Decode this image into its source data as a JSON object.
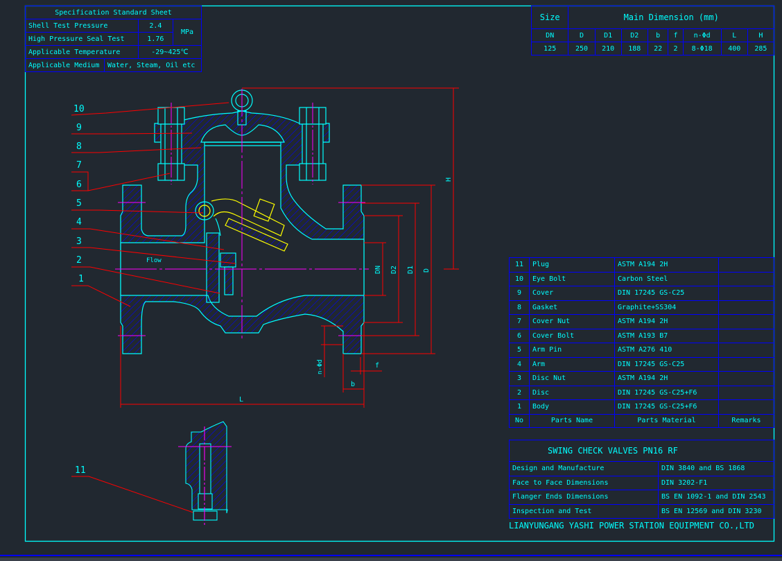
{
  "spec_sheet": {
    "title": "Specification Standard Sheet",
    "rows": [
      {
        "label": "Shell Test Pressure",
        "value": "2.4"
      },
      {
        "label": "High Pressure Seal Test",
        "value": "1.76"
      }
    ],
    "unit": "MPa",
    "temperature_label": "Applicable Temperature",
    "temperature_value": "-29~425℃",
    "medium_label": "Applicable Medium",
    "medium_value": "Water, Steam, Oil etc"
  },
  "dimensions": {
    "size_label": "Size",
    "title": "Main Dimension (mm)",
    "headers": [
      "DN",
      "D",
      "D1",
      "D2",
      "b",
      "f",
      "n-Φd",
      "L",
      "H"
    ],
    "values": [
      "125",
      "250",
      "210",
      "188",
      "22",
      "2",
      "8-Φ18",
      "400",
      "285"
    ]
  },
  "drawing": {
    "callouts": [
      "1",
      "2",
      "3",
      "4",
      "5",
      "6",
      "7",
      "8",
      "9",
      "10",
      "11"
    ],
    "flow_label": "Flow",
    "dim_labels": {
      "H": "H",
      "D": "D",
      "D1": "D1",
      "D2": "D2",
      "DN": "DN",
      "L": "L",
      "b": "b",
      "f": "f",
      "nd": "n-Φd"
    },
    "colors": {
      "outline": "#00ffff",
      "hatch": "#0000ff",
      "dimension": "#ff0000",
      "centerline": "#ff00ff",
      "arm": "#ffff00"
    }
  },
  "parts": {
    "headers": {
      "no": "No",
      "name": "Parts Name",
      "material": "Parts Material",
      "remarks": "Remarks"
    },
    "rows": [
      {
        "no": "11",
        "name": "Plug",
        "material": "ASTM A194 2H"
      },
      {
        "no": "10",
        "name": "Eye Bolt",
        "material": "Carbon Steel"
      },
      {
        "no": "9",
        "name": "Cover",
        "material": "DIN 17245 GS-C25"
      },
      {
        "no": "8",
        "name": "Gasket",
        "material": "Graphite+SS304"
      },
      {
        "no": "7",
        "name": "Cover Nut",
        "material": "ASTM A194 2H"
      },
      {
        "no": "6",
        "name": "Cover Bolt",
        "material": "ASTM A193 B7"
      },
      {
        "no": "5",
        "name": "Arm Pin",
        "material": "ASTM A276 410"
      },
      {
        "no": "4",
        "name": "Arm",
        "material": "DIN 17245 GS-C25"
      },
      {
        "no": "3",
        "name": "Disc Nut",
        "material": "ASTM A194 2H"
      },
      {
        "no": "2",
        "name": "Disc",
        "material": "DIN 17245 GS-C25+F6"
      },
      {
        "no": "1",
        "name": "Body",
        "material": "DIN 17245 GS-C25+F6"
      }
    ]
  },
  "title_block": {
    "title": "SWING CHECK VALVES PN16 RF",
    "rows": [
      {
        "label": "Design and Manufacture",
        "value": "DIN 3840 and BS 1868"
      },
      {
        "label": "Face to Face Dimensions",
        "value": "DIN 3202-F1"
      },
      {
        "label": "Flanger Ends Dimensions",
        "value": "BS EN 1092-1 and DIN 2543"
      },
      {
        "label": "Inspection and Test",
        "value": "BS EN 12569 and DIN 3230"
      }
    ],
    "company": "LIANYUNGANG YASHI POWER STATION EQUIPMENT CO.,LTD"
  }
}
